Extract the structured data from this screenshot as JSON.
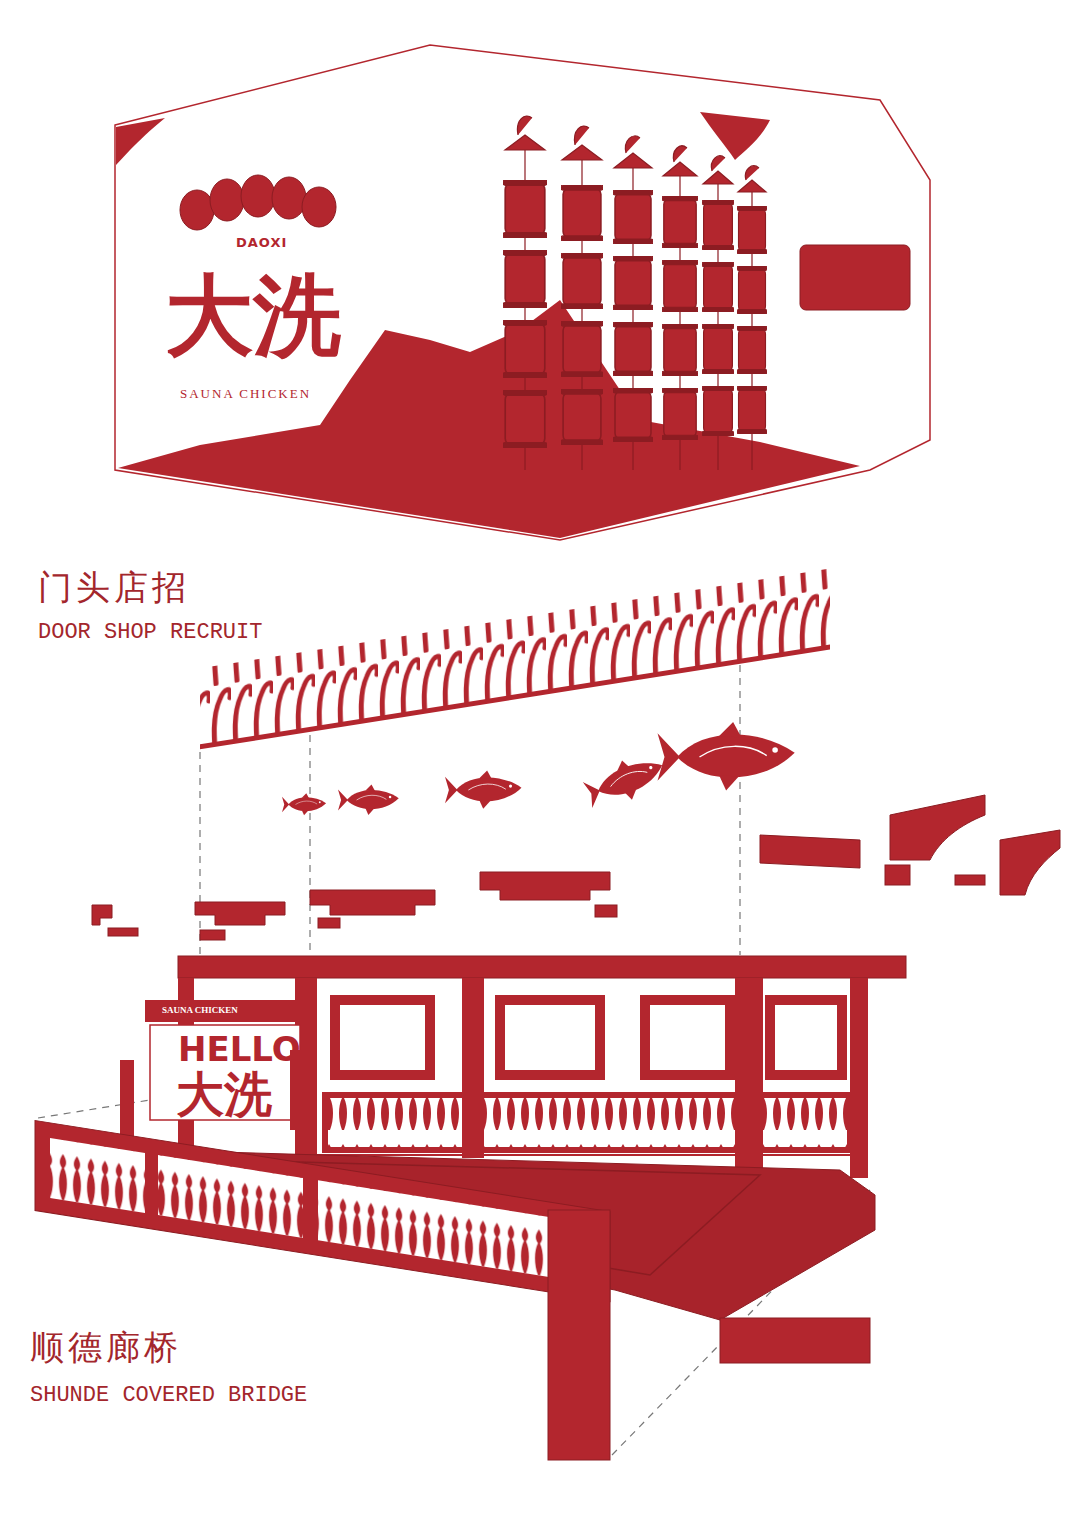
{
  "diagram": {
    "labels": [
      "DAOXI",
      "大洗",
      "SAUNA CHICKEN",
      "门头店招",
      "DOOR SHOP RECRUIT",
      "SAUNA CHICKEN",
      "HELLO",
      "大洗",
      "顺德廊桥",
      "SHUNDE COVERED BRIDGE"
    ]
  }
}
